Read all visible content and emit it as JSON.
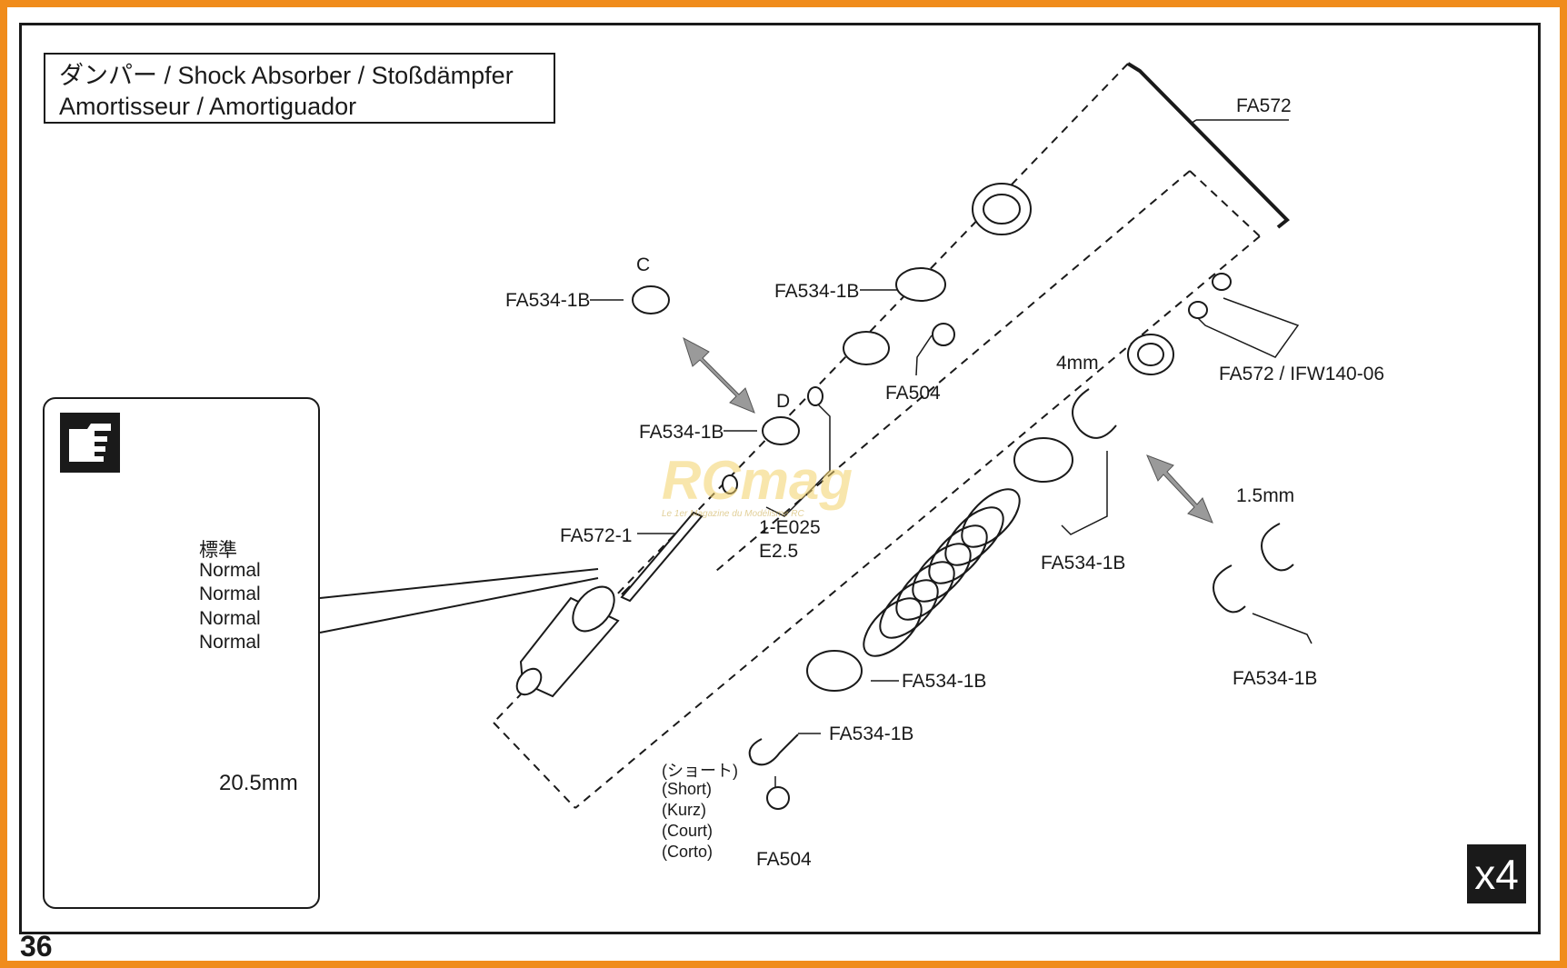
{
  "title": {
    "line1": "ダンパー / Shock Absorber / Stoßdämpfer",
    "line2": "Amortisseur / Amortiguador"
  },
  "parts": {
    "fa572_top": "FA572",
    "fa534_c": "FA534-1B",
    "c_mark": "C",
    "fa534_cap": "FA534-1B",
    "fa504_top": "FA504",
    "fa572_ifw": "FA572 / IFW140-06",
    "mm4": "4mm",
    "d_mark": "D",
    "fa534_d": "FA534-1B",
    "fa572_1": "FA572-1",
    "e025": "1-E025",
    "e25": "E2.5",
    "fa534_spacer": "FA534-1B",
    "mm15": "1.5mm",
    "fa534_clips": "FA534-1B",
    "fa534_collar": "FA534-1B",
    "fa534_end": "FA534-1B",
    "fa504_bottom": "FA504"
  },
  "short_note": {
    "jp": "(ショート)",
    "en": "(Short)",
    "de": "(Kurz)",
    "fr": "(Court)",
    "es": "(Corto)"
  },
  "inset": {
    "std_jp": "標準",
    "std_1": "Normal",
    "std_2": "Normal",
    "std_3": "Normal",
    "std_4": "Normal",
    "dimension": "20.5mm",
    "icon": "pointing-hand-icon"
  },
  "watermark": {
    "brand": "RCmag",
    "tagline": "Le 1er Magazine du Modélisme RC"
  },
  "page_number": "36",
  "quantity": "x4",
  "colors": {
    "border": "#f08c1c",
    "ink": "#1a1a1a",
    "arrow": "#9a9a9a",
    "watermark": "#f4d36a"
  }
}
